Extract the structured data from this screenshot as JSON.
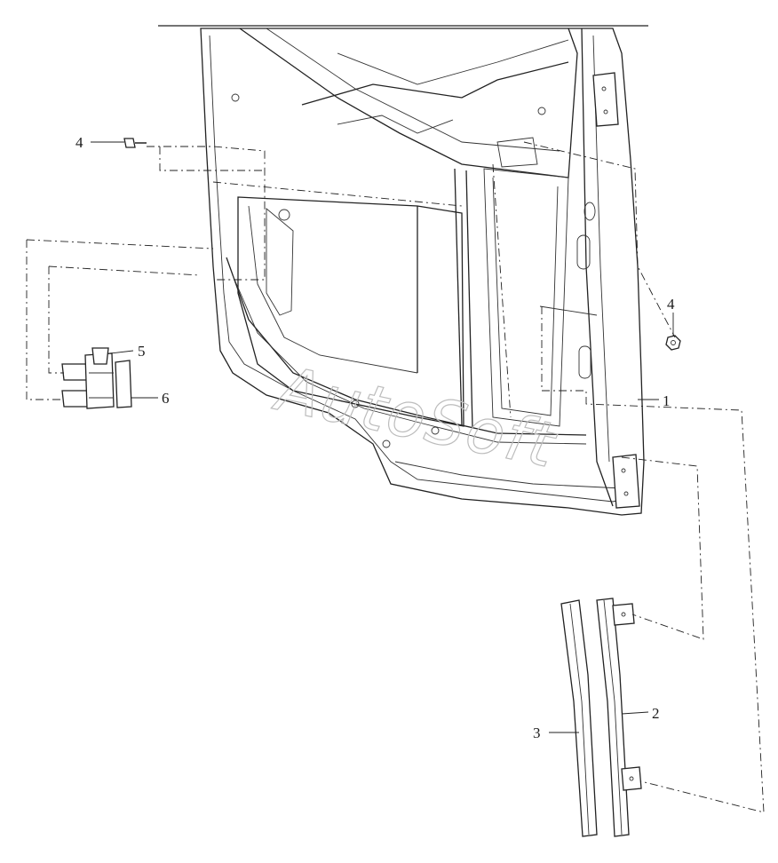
{
  "watermark": "AutoSoft",
  "callouts": {
    "door_panel": "1",
    "guide_rail_rear": "2",
    "guide_rail_front": "3",
    "bolt_top": "4",
    "bolt_right": "4",
    "hinge_part": "5",
    "hinge_plate": "6"
  }
}
